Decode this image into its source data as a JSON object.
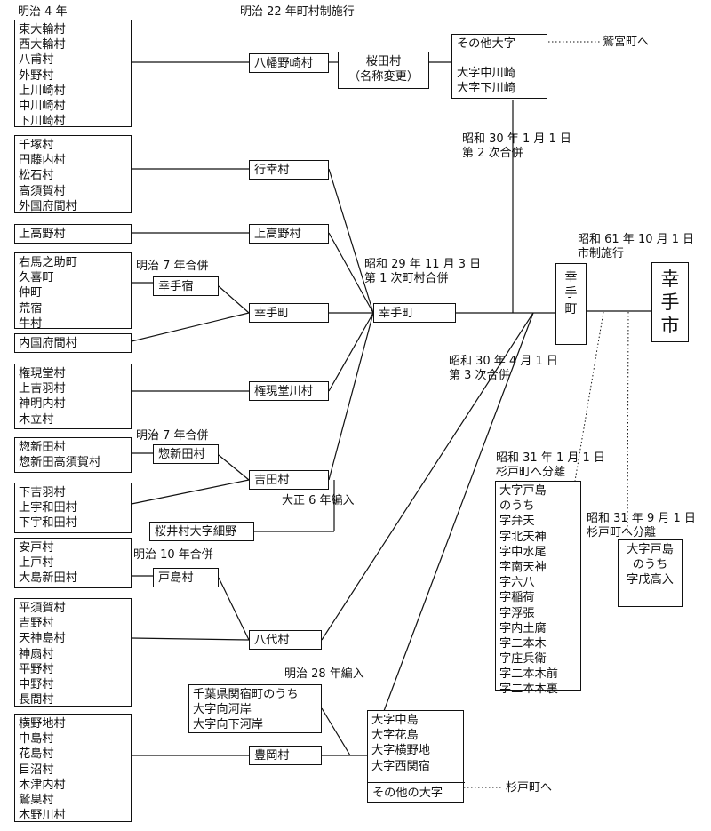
{
  "headers": {
    "meiji4": "明治 4 年",
    "meiji22": "明治 22 年町村制施行"
  },
  "groups": {
    "g1": [
      "東大輪村",
      "西大輪村",
      "八甫村",
      "外野村",
      "上川崎村",
      "中川崎村",
      "下川崎村"
    ],
    "g2": [
      "千塚村",
      "円藤内村",
      "松石村",
      "高須賀村",
      "外国府間村"
    ],
    "g3": [
      "上高野村"
    ],
    "g4": [
      "右馬之助町",
      "久喜町",
      "仲町",
      "荒宿",
      "牛村"
    ],
    "g5": [
      "内国府間村"
    ],
    "g6": [
      "権現堂村",
      "上吉羽村",
      "神明内村",
      "木立村"
    ],
    "g7": [
      "惣新田村",
      "惣新田高須賀村"
    ],
    "g8": [
      "下吉羽村",
      "上宇和田村",
      "下宇和田村"
    ],
    "g9": [
      "安戸村",
      "上戸村",
      "大島新田村"
    ],
    "g10": [
      "平須賀村",
      "吉野村",
      "天神島村",
      "神扇村",
      "平野村",
      "中野村",
      "長間村"
    ],
    "g11": [
      "横野地村",
      "中島村",
      "花島村",
      "目沼村",
      "木津内村",
      "鷲巣村",
      "木野川村"
    ]
  },
  "villages": {
    "yawatayazaki": "八幡野崎村",
    "sakurada": "桜田村",
    "sakurada_note": "（名称変更）",
    "gyoko": "行幸村",
    "kamikoya": "上高野村",
    "satte_juku": "幸手宿",
    "satte_machi": "幸手町",
    "gongendogawa": "権現堂川村",
    "soshinden": "惣新田村",
    "yoshida": "吉田村",
    "tojima": "戸島村",
    "yashiro": "八代村",
    "toyooka": "豊岡村",
    "sakurai": "桜井村大字細野",
    "chiba_note": [
      "千葉県関宿町のうち",
      "大字向河岸",
      "大字向下河岸"
    ]
  },
  "merged": {
    "satte_town": "幸手町",
    "satte_town_vertical": [
      "幸",
      "手",
      "町"
    ],
    "satte_city_vertical": [
      "幸",
      "手",
      "市"
    ],
    "sonota_top": "その他大字",
    "kawasaki_list": [
      "大字中川崎",
      "大字下川崎"
    ],
    "east_list": [
      "大字中島",
      "大字花島",
      "大字横野地",
      "大字西関宿"
    ],
    "sonota_bottom": "その他の大字",
    "bunri1": [
      "大字戸島",
      "のうち",
      "字弁天",
      "字北天神",
      "字中水尾",
      "字南天神",
      "字六八",
      "字稲荷",
      "字浮張",
      "字内土腐",
      "字二本木",
      "字庄兵衛",
      "字二本木前",
      "字二本木裏"
    ],
    "bunri2": [
      "大字戸島",
      "のうち",
      "字戌高入"
    ]
  },
  "annotations": {
    "meiji7_a": "明治 7 年合併",
    "meiji7_b": "明治 7 年合併",
    "meiji10": "明治 10 年合併",
    "taisho6": "大正 6 年編入",
    "meiji28": "明治 28 年編入",
    "showa29": [
      "昭和 29 年 11 月 3 日",
      "第 1 次町村合併"
    ],
    "showa30a": [
      "昭和 30 年 1 月 1 日",
      "第 2 次合併"
    ],
    "showa30b": [
      "昭和 30 年 4 月 1 日",
      "第 3 次合併"
    ],
    "showa61": [
      "昭和 61 年 10 月 1 日",
      "市制施行"
    ],
    "showa31a": [
      "昭和 31 年 1 月 1 日",
      "杉戸町へ分離"
    ],
    "showa31b": [
      "昭和 31 年 9 月 1 日",
      "杉戸町へ分離"
    ],
    "to_washimiya": "鷲宮町へ",
    "to_sugito": "杉戸町へ"
  },
  "colors": {
    "line": "#111111",
    "background": "#ffffff"
  }
}
